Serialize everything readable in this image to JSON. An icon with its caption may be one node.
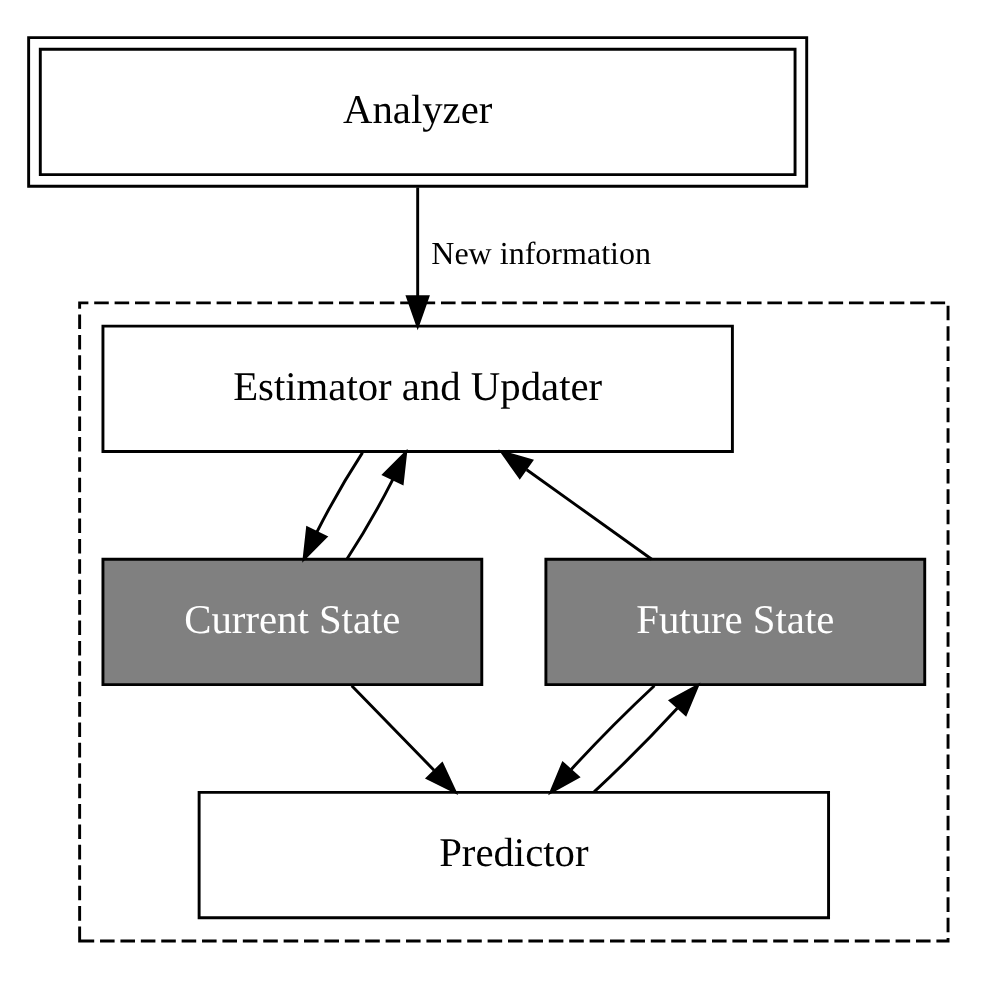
{
  "diagram": {
    "nodes": [
      {
        "text": [
          "Analyzer"
        ]
      },
      {
        "text": [],
        "shape": "box"
      },
      {
        "text": [
          "Estimator and Updater"
        ],
        "in": 1
      },
      {
        "text": [
          "Current State"
        ],
        "in": 1
      },
      {
        "text": [
          "Future State"
        ],
        "in": 1
      },
      {
        "text": [
          "Predictor"
        ],
        "in": 1
      }
    ],
    "edges": [
      {
        "from": 0,
        "to": 2,
        "arrow": "to",
        "label": "New information"
      },
      {
        "from": 3,
        "to": 2,
        "arrow": "to"
      },
      {
        "from": 2,
        "to": 3,
        "arrow": "to"
      },
      {
        "from": 4,
        "to": 2,
        "arrow": "to"
      },
      {
        "from": 3,
        "to": 5,
        "arrow": "to"
      },
      {
        "from": 5,
        "to": 4,
        "arrow": "to"
      },
      {
        "from": 4,
        "to": 5,
        "arrow": "to"
      }
    ]
  }
}
